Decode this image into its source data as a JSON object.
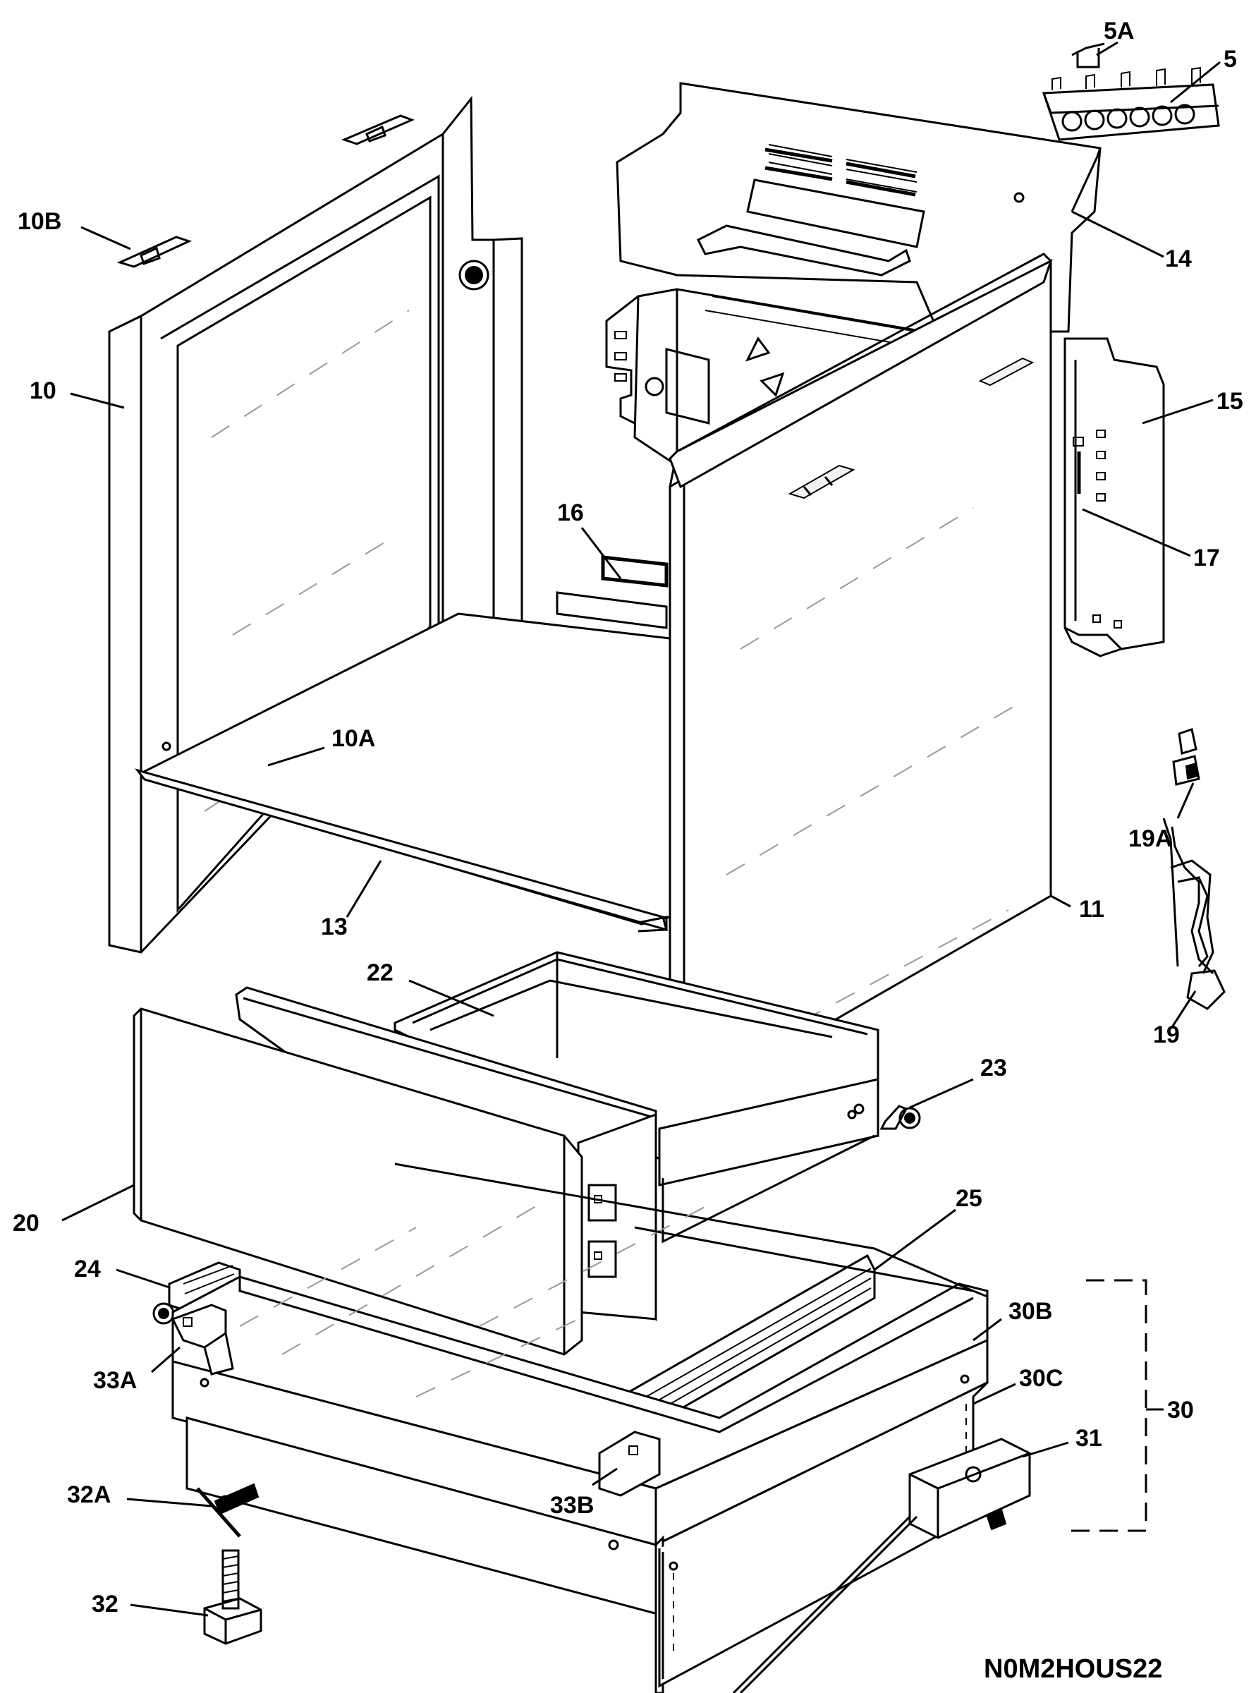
{
  "drawing_code": "N0M2HOUS22",
  "callouts": [
    {
      "id": "5A",
      "text": "5A"
    },
    {
      "id": "5",
      "text": "5"
    },
    {
      "id": "10B",
      "text": "10B"
    },
    {
      "id": "14",
      "text": "14"
    },
    {
      "id": "10",
      "text": "10"
    },
    {
      "id": "15",
      "text": "15"
    },
    {
      "id": "16",
      "text": "16"
    },
    {
      "id": "17",
      "text": "17"
    },
    {
      "id": "10A",
      "text": "10A"
    },
    {
      "id": "19A",
      "text": "19A"
    },
    {
      "id": "13",
      "text": "13"
    },
    {
      "id": "11",
      "text": "11"
    },
    {
      "id": "22",
      "text": "22"
    },
    {
      "id": "19",
      "text": "19"
    },
    {
      "id": "23",
      "text": "23"
    },
    {
      "id": "20",
      "text": "20"
    },
    {
      "id": "25",
      "text": "25"
    },
    {
      "id": "24",
      "text": "24"
    },
    {
      "id": "30B",
      "text": "30B"
    },
    {
      "id": "33A",
      "text": "33A"
    },
    {
      "id": "30C",
      "text": "30C"
    },
    {
      "id": "30",
      "text": "30"
    },
    {
      "id": "31",
      "text": "31"
    },
    {
      "id": "32A",
      "text": "32A"
    },
    {
      "id": "33B",
      "text": "33B"
    },
    {
      "id": "32",
      "text": "32"
    }
  ]
}
